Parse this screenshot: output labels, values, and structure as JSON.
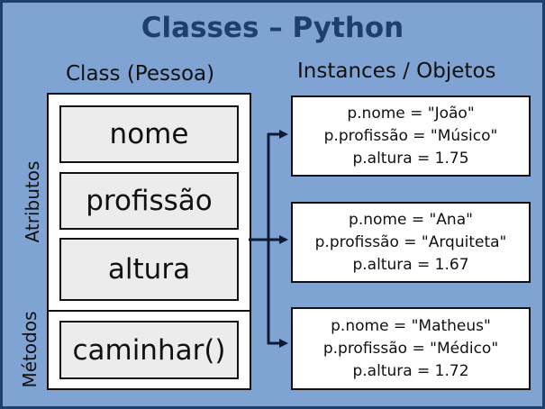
{
  "title": "Classes – Python",
  "class_heading": "Class (Pessoa)",
  "instances_heading": "Instances / Objetos",
  "side_labels": {
    "attributes": "Atributos",
    "methods": "Métodos"
  },
  "class": {
    "attributes": [
      "nome",
      "profissão",
      "altura"
    ],
    "methods": [
      "caminhar()"
    ]
  },
  "instances": [
    [
      "p.nome = \"João\"",
      "p.profissão = \"Músico\"",
      "p.altura = 1.75"
    ],
    [
      "p.nome = \"Ana\"",
      "p.profissão = \"Arquiteta\"",
      "p.altura = 1.67"
    ],
    [
      "p.nome = \"Matheus\"",
      "p.profissão = \"Médico\"",
      "p.altura = 1.72"
    ]
  ],
  "colors": {
    "background": "#7fa3d3",
    "accent": "#1c3f6b",
    "slot_fill": "#ececec"
  }
}
